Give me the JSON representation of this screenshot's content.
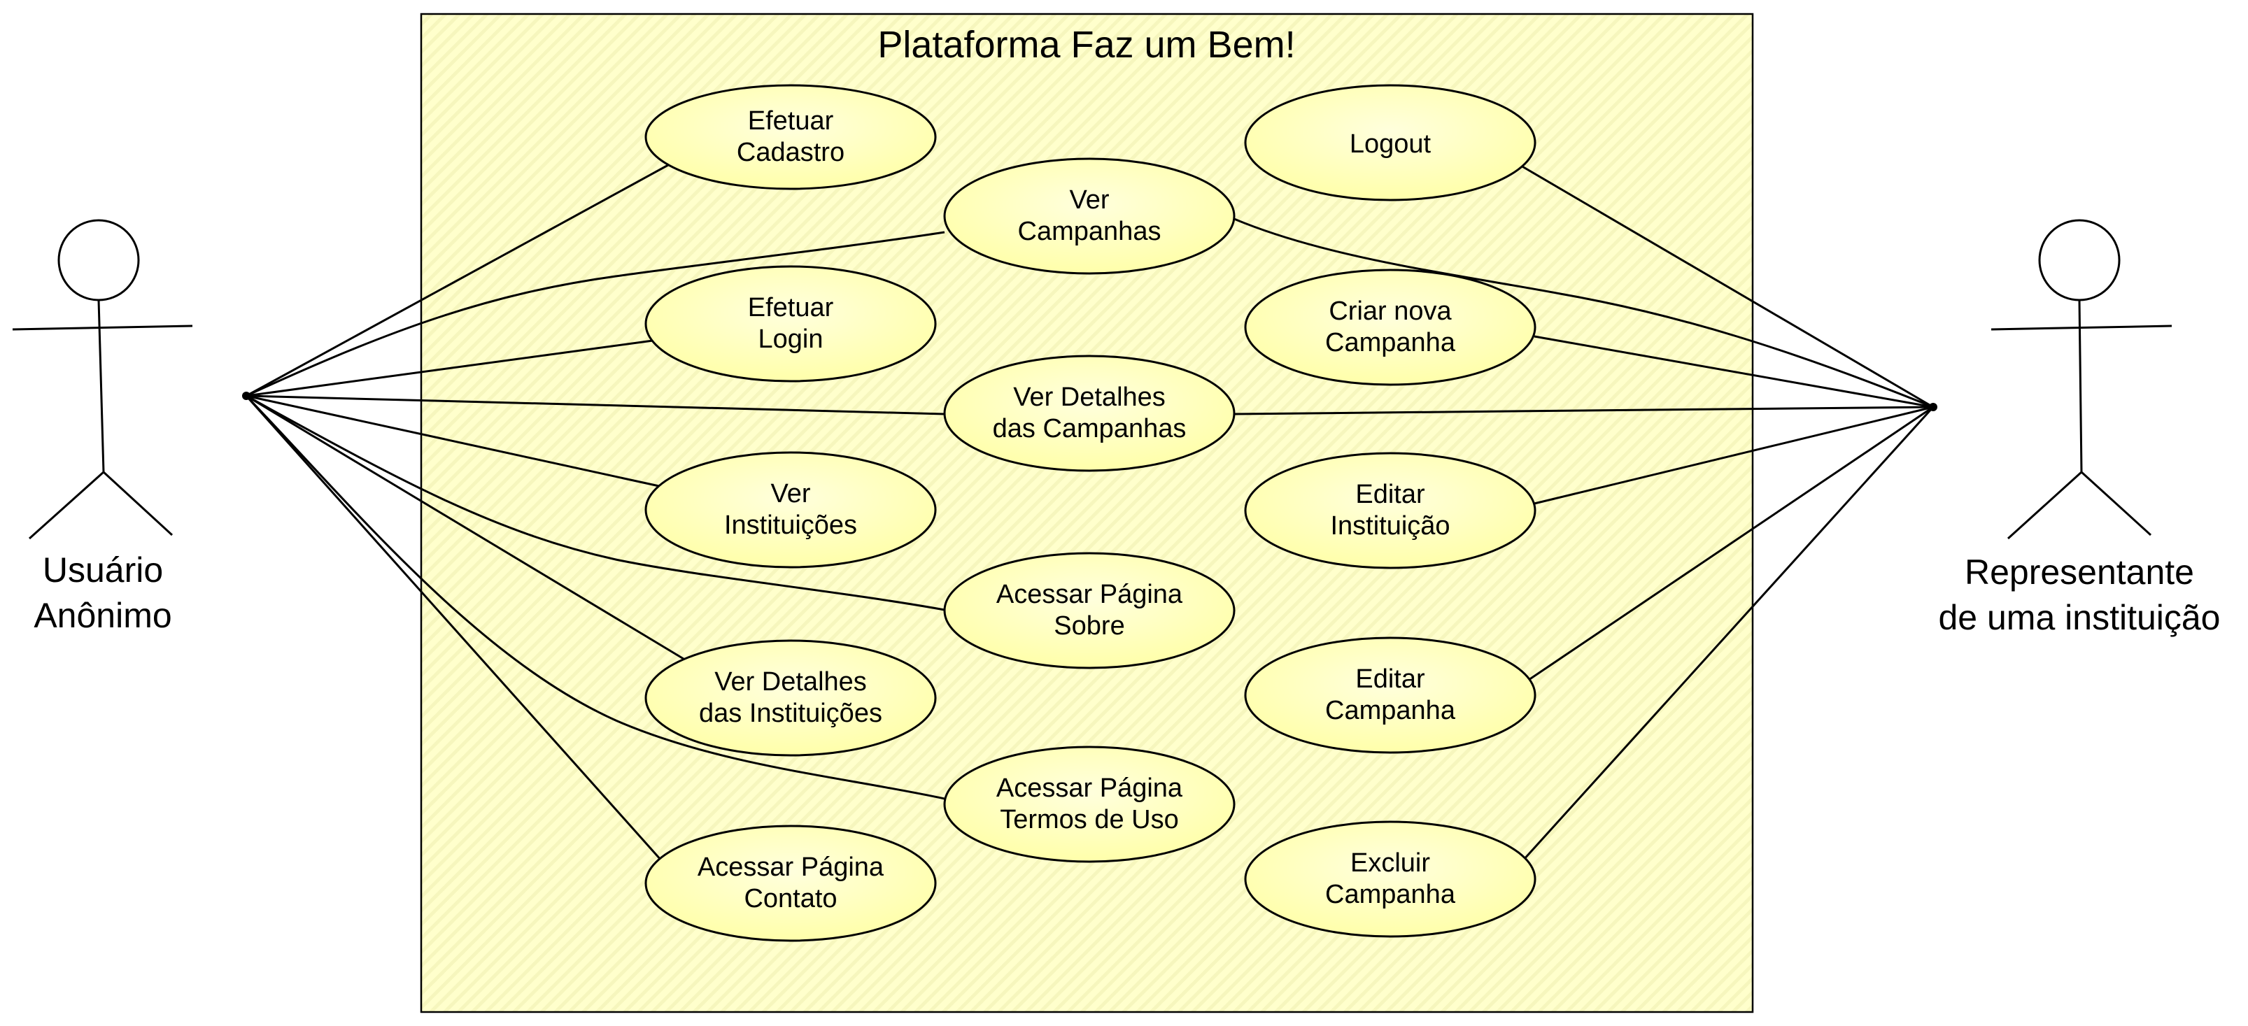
{
  "diagram": {
    "title": "Plataforma Faz um Bem!",
    "colors": {
      "system_fill": "#ffffcc",
      "system_stripe": "#f6f6bd",
      "usecase_fill": "#ffffaa",
      "usecase_fill_light": "#ffffdd",
      "stroke": "#000000"
    },
    "actors": [
      {
        "id": "anon",
        "lines": [
          "Usuário",
          "Anônimo"
        ]
      },
      {
        "id": "rep",
        "lines": [
          "Representante",
          "de uma instituição"
        ]
      }
    ],
    "use_cases": [
      {
        "id": "cadastro",
        "lines": [
          "Efetuar",
          "Cadastro"
        ]
      },
      {
        "id": "ver-campanhas",
        "lines": [
          "Ver",
          "Campanhas"
        ]
      },
      {
        "id": "login",
        "lines": [
          "Efetuar",
          "Login"
        ]
      },
      {
        "id": "detalhes-campanhas",
        "lines": [
          "Ver Detalhes",
          "das Campanhas"
        ]
      },
      {
        "id": "ver-instituicoes",
        "lines": [
          "Ver",
          "Instituições"
        ]
      },
      {
        "id": "pagina-sobre",
        "lines": [
          "Acessar Página",
          "Sobre"
        ]
      },
      {
        "id": "detalhes-instituicoes",
        "lines": [
          "Ver Detalhes",
          "das Instituições"
        ]
      },
      {
        "id": "pagina-termos",
        "lines": [
          "Acessar Página",
          "Termos de Uso"
        ]
      },
      {
        "id": "pagina-contato",
        "lines": [
          "Acessar Página",
          "Contato"
        ]
      },
      {
        "id": "logout",
        "lines": [
          "Logout"
        ]
      },
      {
        "id": "criar-campanha",
        "lines": [
          "Criar nova",
          "Campanha"
        ]
      },
      {
        "id": "editar-instituicao",
        "lines": [
          "Editar",
          "Instituição"
        ]
      },
      {
        "id": "editar-campanha",
        "lines": [
          "Editar",
          "Campanha"
        ]
      },
      {
        "id": "excluir-campanha",
        "lines": [
          "Excluir",
          "Campanha"
        ]
      }
    ],
    "associations": [
      {
        "actor": "anon",
        "use_case": "cadastro"
      },
      {
        "actor": "anon",
        "use_case": "ver-campanhas"
      },
      {
        "actor": "anon",
        "use_case": "login"
      },
      {
        "actor": "anon",
        "use_case": "detalhes-campanhas"
      },
      {
        "actor": "anon",
        "use_case": "ver-instituicoes"
      },
      {
        "actor": "anon",
        "use_case": "pagina-sobre"
      },
      {
        "actor": "anon",
        "use_case": "detalhes-instituicoes"
      },
      {
        "actor": "anon",
        "use_case": "pagina-termos"
      },
      {
        "actor": "anon",
        "use_case": "pagina-contato"
      },
      {
        "actor": "rep",
        "use_case": "logout"
      },
      {
        "actor": "rep",
        "use_case": "ver-campanhas"
      },
      {
        "actor": "rep",
        "use_case": "criar-campanha"
      },
      {
        "actor": "rep",
        "use_case": "detalhes-campanhas"
      },
      {
        "actor": "rep",
        "use_case": "editar-instituicao"
      },
      {
        "actor": "rep",
        "use_case": "editar-campanha"
      },
      {
        "actor": "rep",
        "use_case": "excluir-campanha"
      }
    ]
  }
}
